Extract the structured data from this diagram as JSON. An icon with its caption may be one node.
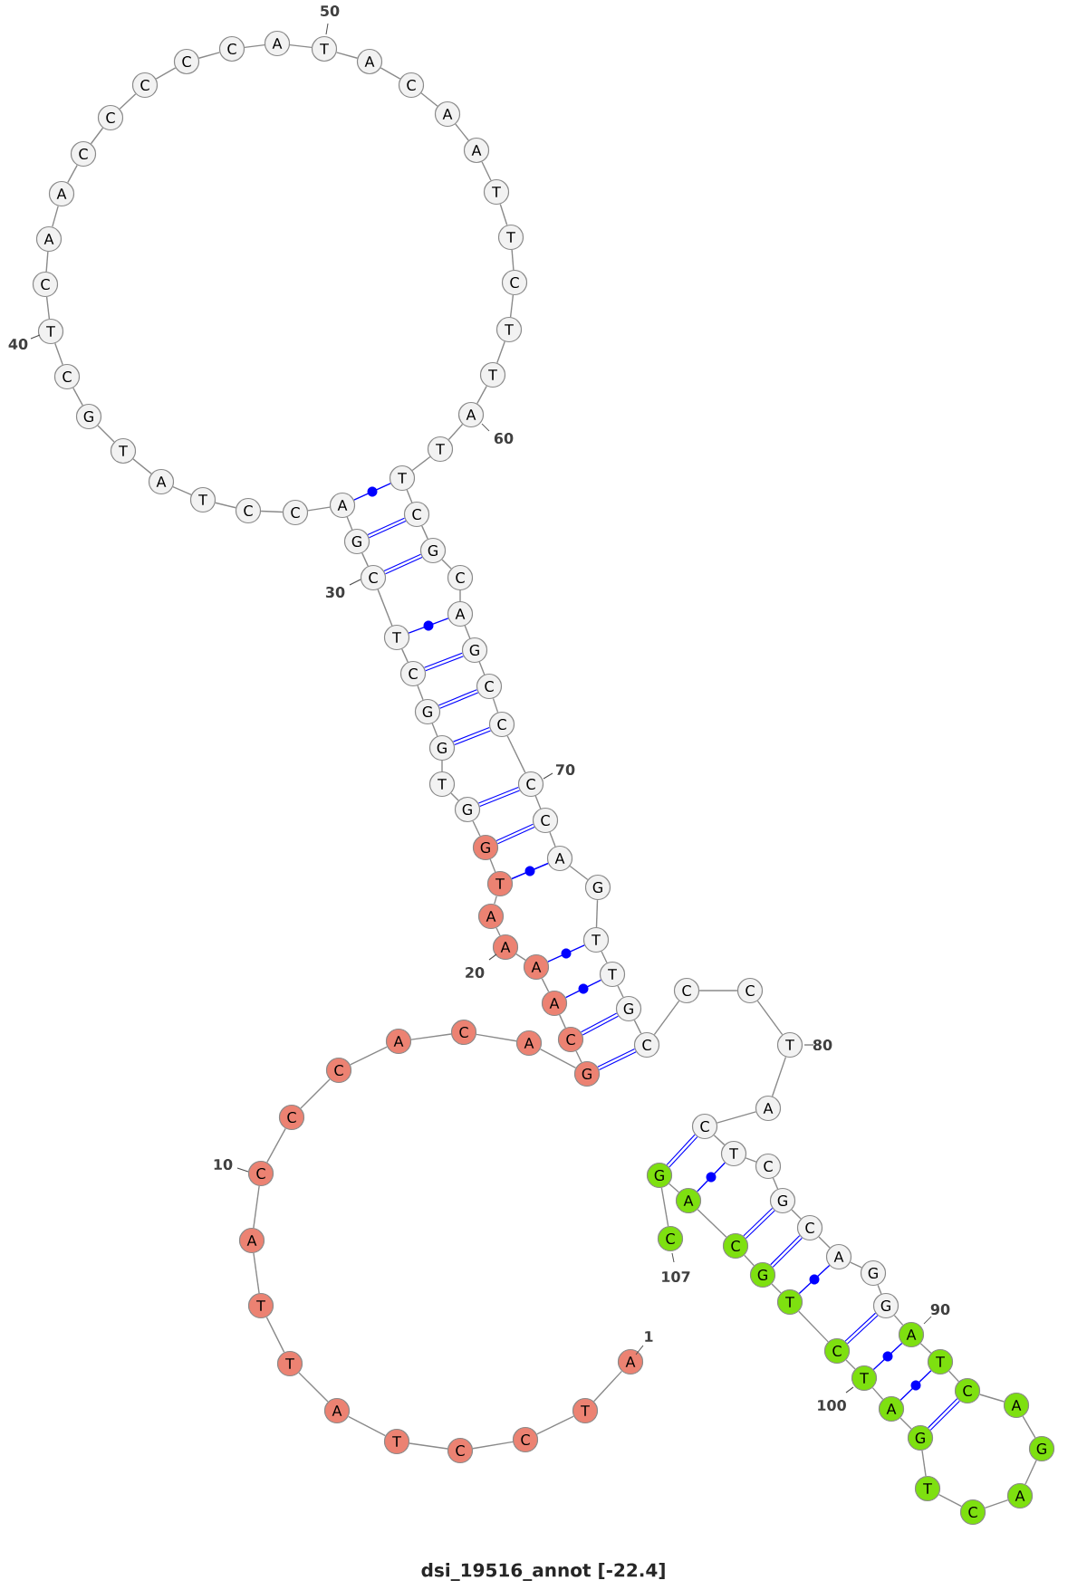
{
  "diagram": {
    "caption": "dsi_19516_annot [-22.4]",
    "nodes": [
      {
        "text": [
          "A"
        ],
        "beside": [
          "1"
        ]
      },
      {
        "text": [
          "T"
        ]
      },
      {
        "text": [
          "C"
        ]
      },
      {
        "text": [
          "C"
        ]
      },
      {
        "text": [
          "T"
        ]
      },
      {
        "text": [
          "A"
        ]
      },
      {
        "text": [
          "T"
        ]
      },
      {
        "text": [
          "T"
        ]
      },
      {
        "text": [
          "A"
        ]
      },
      {
        "text": [
          "C"
        ],
        "beside": [
          "10"
        ]
      },
      {
        "text": [
          "C"
        ]
      },
      {
        "text": [
          "C"
        ]
      },
      {
        "text": [
          "A"
        ]
      },
      {
        "text": [
          "C"
        ]
      },
      {
        "text": [
          "A"
        ]
      },
      {
        "text": [
          "G"
        ]
      },
      {
        "text": [
          "C"
        ]
      },
      {
        "text": [
          "A"
        ]
      },
      {
        "text": [
          "A"
        ]
      },
      {
        "text": [
          "A"
        ],
        "beside": [
          "20"
        ]
      },
      {
        "text": [
          "A"
        ]
      },
      {
        "text": [
          "T"
        ]
      },
      {
        "text": [
          "G"
        ]
      },
      {
        "text": [
          "G"
        ]
      },
      {
        "text": [
          "T"
        ]
      },
      {
        "text": [
          "G"
        ]
      },
      {
        "text": [
          "G"
        ]
      },
      {
        "text": [
          "C"
        ]
      },
      {
        "text": [
          "T"
        ]
      },
      {
        "text": [
          "C"
        ],
        "beside": [
          "30"
        ]
      },
      {
        "text": [
          "G"
        ]
      },
      {
        "text": [
          "A"
        ]
      },
      {
        "text": [
          "C"
        ]
      },
      {
        "text": [
          "C"
        ]
      },
      {
        "text": [
          "T"
        ]
      },
      {
        "text": [
          "A"
        ]
      },
      {
        "text": [
          "T"
        ]
      },
      {
        "text": [
          "G"
        ]
      },
      {
        "text": [
          "C"
        ]
      },
      {
        "text": [
          "T"
        ],
        "beside": [
          "40"
        ]
      },
      {
        "text": [
          "C"
        ]
      },
      {
        "text": [
          "A"
        ]
      },
      {
        "text": [
          "A"
        ]
      },
      {
        "text": [
          "C"
        ]
      },
      {
        "text": [
          "C"
        ]
      },
      {
        "text": [
          "C"
        ]
      },
      {
        "text": [
          "C"
        ]
      },
      {
        "text": [
          "C"
        ]
      },
      {
        "text": [
          "A"
        ]
      },
      {
        "text": [
          "T"
        ],
        "beside": [
          "50"
        ]
      },
      {
        "text": [
          "A"
        ]
      },
      {
        "text": [
          "C"
        ]
      },
      {
        "text": [
          "A"
        ]
      },
      {
        "text": [
          "A"
        ]
      },
      {
        "text": [
          "T"
        ]
      },
      {
        "text": [
          "T"
        ]
      },
      {
        "text": [
          "C"
        ]
      },
      {
        "text": [
          "T"
        ]
      },
      {
        "text": [
          "T"
        ]
      },
      {
        "text": [
          "A"
        ],
        "beside": [
          "60"
        ]
      },
      {
        "text": [
          "T"
        ]
      },
      {
        "text": [
          "T"
        ]
      },
      {
        "text": [
          "C"
        ]
      },
      {
        "text": [
          "G"
        ]
      },
      {
        "text": [
          "C"
        ]
      },
      {
        "text": [
          "A"
        ]
      },
      {
        "text": [
          "G"
        ]
      },
      {
        "text": [
          "C"
        ]
      },
      {
        "text": [
          "C"
        ]
      },
      {
        "text": [
          "C"
        ],
        "beside": [
          "70"
        ]
      },
      {
        "text": [
          "C"
        ]
      },
      {
        "text": [
          "A"
        ]
      },
      {
        "text": [
          "G"
        ]
      },
      {
        "text": [
          "T"
        ]
      },
      {
        "text": [
          "T"
        ]
      },
      {
        "text": [
          "G"
        ]
      },
      {
        "text": [
          "C"
        ]
      },
      {
        "text": [
          "C"
        ]
      },
      {
        "text": [
          "C"
        ]
      },
      {
        "text": [
          "T"
        ],
        "beside": [
          "80"
        ]
      },
      {
        "text": [
          "A"
        ]
      },
      {
        "text": [
          "C"
        ]
      },
      {
        "text": [
          "T"
        ]
      },
      {
        "text": [
          "C"
        ]
      },
      {
        "text": [
          "G"
        ]
      },
      {
        "text": [
          "C"
        ]
      },
      {
        "text": [
          "A"
        ]
      },
      {
        "text": [
          "G"
        ]
      },
      {
        "text": [
          "G"
        ]
      },
      {
        "text": [
          "A"
        ],
        "beside": [
          "90"
        ]
      },
      {
        "text": [
          "T"
        ]
      },
      {
        "text": [
          "C"
        ]
      },
      {
        "text": [
          "A"
        ]
      },
      {
        "text": [
          "G"
        ]
      },
      {
        "text": [
          "A"
        ]
      },
      {
        "text": [
          "C"
        ]
      },
      {
        "text": [
          "T"
        ]
      },
      {
        "text": [
          "G"
        ]
      },
      {
        "text": [
          "A"
        ]
      },
      {
        "text": [
          "T"
        ],
        "beside": [
          "100"
        ]
      },
      {
        "text": [
          "C"
        ]
      },
      {
        "text": [
          "T"
        ]
      },
      {
        "text": [
          "G"
        ]
      },
      {
        "text": [
          "C"
        ]
      },
      {
        "text": [
          "A"
        ]
      },
      {
        "text": [
          "G"
        ]
      },
      {
        "text": [
          "C"
        ],
        "beside": [
          "107"
        ]
      }
    ],
    "edges": [
      {
        "from": 0,
        "to": 1,
        "arrow": "none"
      },
      {
        "from": 1,
        "to": 2,
        "arrow": "none"
      },
      {
        "from": 2,
        "to": 3,
        "arrow": "none"
      },
      {
        "from": 3,
        "to": 4,
        "arrow": "none"
      },
      {
        "from": 4,
        "to": 5,
        "arrow": "none"
      },
      {
        "from": 5,
        "to": 6,
        "arrow": "none"
      },
      {
        "from": 6,
        "to": 7,
        "arrow": "none"
      },
      {
        "from": 7,
        "to": 8,
        "arrow": "none"
      },
      {
        "from": 8,
        "to": 9,
        "arrow": "none"
      },
      {
        "from": 9,
        "to": 10,
        "arrow": "none"
      },
      {
        "from": 10,
        "to": 11,
        "arrow": "none"
      },
      {
        "from": 11,
        "to": 12,
        "arrow": "none"
      },
      {
        "from": 12,
        "to": 13,
        "arrow": "none"
      },
      {
        "from": 13,
        "to": 14,
        "arrow": "none"
      },
      {
        "from": 14,
        "to": 15,
        "arrow": "none"
      },
      {
        "from": 15,
        "to": 16,
        "arrow": "none"
      },
      {
        "from": 16,
        "to": 17,
        "arrow": "none"
      },
      {
        "from": 17,
        "to": 18,
        "arrow": "none"
      },
      {
        "from": 18,
        "to": 19,
        "arrow": "none"
      },
      {
        "from": 19,
        "to": 20,
        "arrow": "none"
      },
      {
        "from": 20,
        "to": 21,
        "arrow": "none"
      },
      {
        "from": 21,
        "to": 22,
        "arrow": "none"
      },
      {
        "from": 22,
        "to": 23,
        "arrow": "none"
      },
      {
        "from": 23,
        "to": 24,
        "arrow": "none"
      },
      {
        "from": 24,
        "to": 25,
        "arrow": "none"
      },
      {
        "from": 25,
        "to": 26,
        "arrow": "none"
      },
      {
        "from": 26,
        "to": 27,
        "arrow": "none"
      },
      {
        "from": 27,
        "to": 28,
        "arrow": "none"
      },
      {
        "from": 28,
        "to": 29,
        "arrow": "none"
      },
      {
        "from": 29,
        "to": 30,
        "arrow": "none"
      },
      {
        "from": 30,
        "to": 31,
        "arrow": "none"
      },
      {
        "from": 31,
        "to": 32,
        "arrow": "none"
      },
      {
        "from": 32,
        "to": 33,
        "arrow": "none"
      },
      {
        "from": 33,
        "to": 34,
        "arrow": "none"
      },
      {
        "from": 34,
        "to": 35,
        "arrow": "none"
      },
      {
        "from": 35,
        "to": 36,
        "arrow": "none"
      },
      {
        "from": 36,
        "to": 37,
        "arrow": "none"
      },
      {
        "from": 37,
        "to": 38,
        "arrow": "none"
      },
      {
        "from": 38,
        "to": 39,
        "arrow": "none"
      },
      {
        "from": 39,
        "to": 40,
        "arrow": "none"
      },
      {
        "from": 40,
        "to": 41,
        "arrow": "none"
      },
      {
        "from": 41,
        "to": 42,
        "arrow": "none"
      },
      {
        "from": 42,
        "to": 43,
        "arrow": "none"
      },
      {
        "from": 43,
        "to": 44,
        "arrow": "none"
      },
      {
        "from": 44,
        "to": 45,
        "arrow": "none"
      },
      {
        "from": 45,
        "to": 46,
        "arrow": "none"
      },
      {
        "from": 46,
        "to": 47,
        "arrow": "none"
      },
      {
        "from": 47,
        "to": 48,
        "arrow": "none"
      },
      {
        "from": 48,
        "to": 49,
        "arrow": "none"
      },
      {
        "from": 49,
        "to": 50,
        "arrow": "none"
      },
      {
        "from": 50,
        "to": 51,
        "arrow": "none"
      },
      {
        "from": 51,
        "to": 52,
        "arrow": "none"
      },
      {
        "from": 52,
        "to": 53,
        "arrow": "none"
      },
      {
        "from": 53,
        "to": 54,
        "arrow": "none"
      },
      {
        "from": 54,
        "to": 55,
        "arrow": "none"
      },
      {
        "from": 55,
        "to": 56,
        "arrow": "none"
      },
      {
        "from": 56,
        "to": 57,
        "arrow": "none"
      },
      {
        "from": 57,
        "to": 58,
        "arrow": "none"
      },
      {
        "from": 58,
        "to": 59,
        "arrow": "none"
      },
      {
        "from": 59,
        "to": 60,
        "arrow": "none"
      },
      {
        "from": 60,
        "to": 61,
        "arrow": "none"
      },
      {
        "from": 61,
        "to": 62,
        "arrow": "none"
      },
      {
        "from": 62,
        "to": 63,
        "arrow": "none"
      },
      {
        "from": 63,
        "to": 64,
        "arrow": "none"
      },
      {
        "from": 64,
        "to": 65,
        "arrow": "none"
      },
      {
        "from": 65,
        "to": 66,
        "arrow": "none"
      },
      {
        "from": 66,
        "to": 67,
        "arrow": "none"
      },
      {
        "from": 67,
        "to": 68,
        "arrow": "none"
      },
      {
        "from": 68,
        "to": 69,
        "arrow": "none"
      },
      {
        "from": 69,
        "to": 70,
        "arrow": "none"
      },
      {
        "from": 70,
        "to": 71,
        "arrow": "none"
      },
      {
        "from": 71,
        "to": 72,
        "arrow": "none"
      },
      {
        "from": 72,
        "to": 73,
        "arrow": "none"
      },
      {
        "from": 73,
        "to": 74,
        "arrow": "none"
      },
      {
        "from": 74,
        "to": 75,
        "arrow": "none"
      },
      {
        "from": 75,
        "to": 76,
        "arrow": "none"
      },
      {
        "from": 76,
        "to": 77,
        "arrow": "none"
      },
      {
        "from": 77,
        "to": 78,
        "arrow": "none"
      },
      {
        "from": 78,
        "to": 79,
        "arrow": "none"
      },
      {
        "from": 79,
        "to": 80,
        "arrow": "none"
      },
      {
        "from": 80,
        "to": 81,
        "arrow": "none"
      },
      {
        "from": 81,
        "to": 82,
        "arrow": "none"
      },
      {
        "from": 82,
        "to": 83,
        "arrow": "none"
      },
      {
        "from": 83,
        "to": 84,
        "arrow": "none"
      },
      {
        "from": 84,
        "to": 85,
        "arrow": "none"
      },
      {
        "from": 85,
        "to": 86,
        "arrow": "none"
      },
      {
        "from": 86,
        "to": 87,
        "arrow": "none"
      },
      {
        "from": 87,
        "to": 88,
        "arrow": "none"
      },
      {
        "from": 88,
        "to": 89,
        "arrow": "none"
      },
      {
        "from": 89,
        "to": 90,
        "arrow": "none"
      },
      {
        "from": 90,
        "to": 91,
        "arrow": "none"
      },
      {
        "from": 91,
        "to": 92,
        "arrow": "none"
      },
      {
        "from": 92,
        "to": 93,
        "arrow": "none"
      },
      {
        "from": 93,
        "to": 94,
        "arrow": "none"
      },
      {
        "from": 94,
        "to": 95,
        "arrow": "none"
      },
      {
        "from": 95,
        "to": 96,
        "arrow": "none"
      },
      {
        "from": 96,
        "to": 97,
        "arrow": "none"
      },
      {
        "from": 97,
        "to": 98,
        "arrow": "none"
      },
      {
        "from": 98,
        "to": 99,
        "arrow": "none"
      },
      {
        "from": 99,
        "to": 100,
        "arrow": "none"
      },
      {
        "from": 100,
        "to": 101,
        "arrow": "none"
      },
      {
        "from": 101,
        "to": 102,
        "arrow": "none"
      },
      {
        "from": 102,
        "to": 103,
        "arrow": "none"
      },
      {
        "from": 103,
        "to": 104,
        "arrow": "none"
      },
      {
        "from": 104,
        "to": 105,
        "arrow": "none"
      },
      {
        "from": 105,
        "to": 106,
        "arrow": "none"
      },
      {
        "from": 31,
        "to": 61,
        "arrow": "none",
        "color": "#0000ff"
      },
      {
        "from": 30,
        "to": 62,
        "arrow": "none",
        "style": "thick",
        "color": "#0000ff"
      },
      {
        "from": 29,
        "to": 63,
        "arrow": "none",
        "style": "thick",
        "color": "#0000ff"
      },
      {
        "from": 28,
        "to": 65,
        "arrow": "none",
        "color": "#0000ff"
      },
      {
        "from": 27,
        "to": 66,
        "arrow": "none",
        "style": "thick",
        "color": "#0000ff"
      },
      {
        "from": 26,
        "to": 67,
        "arrow": "none",
        "style": "thick",
        "color": "#0000ff"
      },
      {
        "from": 25,
        "to": 68,
        "arrow": "none",
        "style": "thick",
        "color": "#0000ff"
      },
      {
        "from": 23,
        "to": 69,
        "arrow": "none",
        "style": "thick",
        "color": "#0000ff"
      },
      {
        "from": 22,
        "to": 70,
        "arrow": "none",
        "style": "thick",
        "color": "#0000ff"
      },
      {
        "from": 21,
        "to": 71,
        "arrow": "none",
        "color": "#0000ff"
      },
      {
        "from": 18,
        "to": 73,
        "arrow": "none",
        "color": "#0000ff"
      },
      {
        "from": 17,
        "to": 74,
        "arrow": "none",
        "color": "#0000ff"
      },
      {
        "from": 16,
        "to": 75,
        "arrow": "none",
        "style": "thick",
        "color": "#0000ff"
      },
      {
        "from": 15,
        "to": 76,
        "arrow": "none",
        "style": "thick",
        "color": "#0000ff"
      },
      {
        "from": 81,
        "to": 105,
        "arrow": "none",
        "style": "thick",
        "color": "#0000ff"
      },
      {
        "from": 82,
        "to": 104,
        "arrow": "none",
        "color": "#0000ff"
      },
      {
        "from": 84,
        "to": 103,
        "arrow": "none",
        "style": "thick",
        "color": "#0000ff"
      },
      {
        "from": 85,
        "to": 102,
        "arrow": "none",
        "style": "thick",
        "color": "#0000ff"
      },
      {
        "from": 86,
        "to": 101,
        "arrow": "none",
        "color": "#0000ff"
      },
      {
        "from": 88,
        "to": 100,
        "arrow": "none",
        "style": "thick",
        "color": "#0000ff"
      },
      {
        "from": 89,
        "to": 99,
        "arrow": "none",
        "color": "#0000ff"
      },
      {
        "from": 90,
        "to": 98,
        "arrow": "none",
        "color": "#0000ff"
      },
      {
        "from": 91,
        "to": 97,
        "arrow": "none",
        "style": "thick",
        "color": "#0000ff"
      }
    ]
  }
}
